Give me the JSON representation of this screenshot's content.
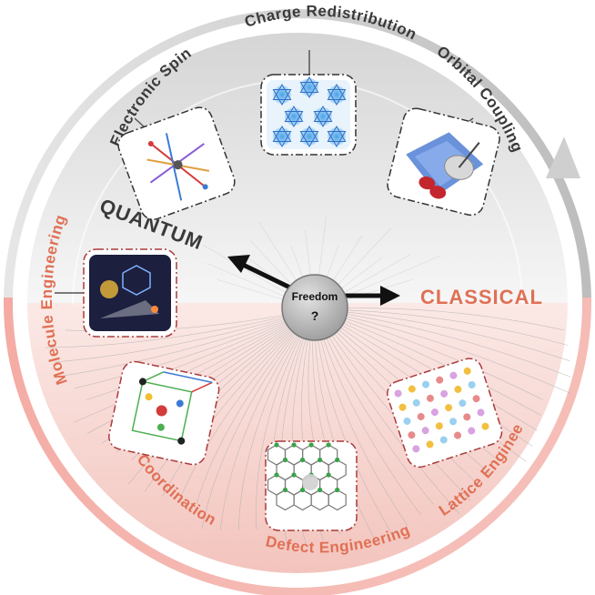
{
  "diagram": {
    "center": {
      "title": "Freedom",
      "symbol": "?"
    },
    "quantum_label": "QUANTUM",
    "classical_label": "CLASSICAL",
    "quantum_categories": [
      {
        "id": "electronic-spin",
        "label": "Electronic Spin"
      },
      {
        "id": "charge-redistribution",
        "label": "Charge Redistribution"
      },
      {
        "id": "orbital-coupling",
        "label": "Orbital Coupling"
      }
    ],
    "classical_categories": [
      {
        "id": "molecule-engineering",
        "label": "Molecule Engineering"
      },
      {
        "id": "coordination",
        "label": "Coordination"
      },
      {
        "id": "defect-engineering",
        "label": "Defect Engineering"
      },
      {
        "id": "lattice-engineering",
        "label": "Lattice Engineering"
      }
    ],
    "colors": {
      "quantum_text": "#3a3a3a",
      "classical_text": "#e07055",
      "quantum_half": "#e8e8e8",
      "classical_half": "#f7d9d4",
      "ring_gray": "#d9d9d9",
      "ring_red": "#f08c84",
      "center_disk": "#b9b9b9"
    }
  }
}
